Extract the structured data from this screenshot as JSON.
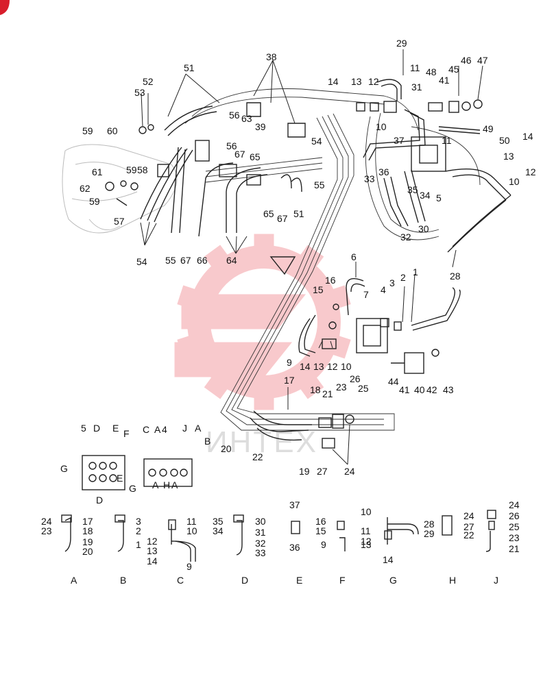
{
  "watermark": {
    "text": "ИНТЕХ",
    "color": "#e8404a"
  },
  "corner_badge_color": "#d81e2c",
  "callouts": [
    {
      "id": "c29",
      "text": "29"
    },
    {
      "id": "c11a",
      "text": "11"
    },
    {
      "id": "c48",
      "text": "48"
    },
    {
      "id": "c45",
      "text": "45"
    },
    {
      "id": "c46",
      "text": "46"
    },
    {
      "id": "c47",
      "text": "47"
    },
    {
      "id": "c14a",
      "text": "14"
    },
    {
      "id": "c13a",
      "text": "13"
    },
    {
      "id": "c12a",
      "text": "12"
    },
    {
      "id": "c31",
      "text": "31"
    },
    {
      "id": "c41a",
      "text": "41"
    },
    {
      "id": "c10a",
      "text": "10"
    },
    {
      "id": "c49",
      "text": "49"
    },
    {
      "id": "c50",
      "text": "50"
    },
    {
      "id": "c14b",
      "text": "14"
    },
    {
      "id": "c37",
      "text": "37"
    },
    {
      "id": "c11b",
      "text": "11"
    },
    {
      "id": "c13b",
      "text": "13"
    },
    {
      "id": "c12b",
      "text": "12"
    },
    {
      "id": "c10b",
      "text": "10"
    },
    {
      "id": "c36",
      "text": "36"
    },
    {
      "id": "c33",
      "text": "33"
    },
    {
      "id": "c35",
      "text": "35"
    },
    {
      "id": "c34",
      "text": "34"
    },
    {
      "id": "c5a",
      "text": "5"
    },
    {
      "id": "c32",
      "text": "32"
    },
    {
      "id": "c30",
      "text": "30"
    },
    {
      "id": "c28",
      "text": "28"
    },
    {
      "id": "c38",
      "text": "38"
    },
    {
      "id": "c51a",
      "text": "51"
    },
    {
      "id": "c52",
      "text": "52"
    },
    {
      "id": "c53",
      "text": "53"
    },
    {
      "id": "c56a",
      "text": "56"
    },
    {
      "id": "c63",
      "text": "63"
    },
    {
      "id": "c39",
      "text": "39"
    },
    {
      "id": "c59a",
      "text": "59"
    },
    {
      "id": "c60",
      "text": "60"
    },
    {
      "id": "c56b",
      "text": "56"
    },
    {
      "id": "c67a",
      "text": "67"
    },
    {
      "id": "c65a",
      "text": "65"
    },
    {
      "id": "c54a",
      "text": "54"
    },
    {
      "id": "c61",
      "text": "61"
    },
    {
      "id": "c59b",
      "text": "59"
    },
    {
      "id": "c58",
      "text": "58"
    },
    {
      "id": "c62",
      "text": "62"
    },
    {
      "id": "c59c",
      "text": "59"
    },
    {
      "id": "c57",
      "text": "57"
    },
    {
      "id": "c65b",
      "text": "65"
    },
    {
      "id": "c67b",
      "text": "67"
    },
    {
      "id": "c51b",
      "text": "51"
    },
    {
      "id": "c55a",
      "text": "55"
    },
    {
      "id": "c54b",
      "text": "54"
    },
    {
      "id": "c55b",
      "text": "55"
    },
    {
      "id": "c67c",
      "text": "67"
    },
    {
      "id": "c66",
      "text": "66"
    },
    {
      "id": "c64",
      "text": "64"
    },
    {
      "id": "c6",
      "text": "6"
    },
    {
      "id": "c16a",
      "text": "16"
    },
    {
      "id": "c15a",
      "text": "15"
    },
    {
      "id": "c7",
      "text": "7"
    },
    {
      "id": "c4a",
      "text": "4"
    },
    {
      "id": "c3a",
      "text": "3"
    },
    {
      "id": "c2a",
      "text": "2"
    },
    {
      "id": "c1a",
      "text": "1"
    },
    {
      "id": "c9a",
      "text": "9"
    },
    {
      "id": "c14c",
      "text": "14"
    },
    {
      "id": "c13c",
      "text": "13"
    },
    {
      "id": "c12c",
      "text": "12"
    },
    {
      "id": "c10c",
      "text": "10"
    },
    {
      "id": "c44",
      "text": "44"
    },
    {
      "id": "c41b",
      "text": "41"
    },
    {
      "id": "c40",
      "text": "40"
    },
    {
      "id": "c42",
      "text": "42"
    },
    {
      "id": "c43",
      "text": "43"
    },
    {
      "id": "c17a",
      "text": "17"
    },
    {
      "id": "c18a",
      "text": "18"
    },
    {
      "id": "c21a",
      "text": "21"
    },
    {
      "id": "c23a",
      "text": "23"
    },
    {
      "id": "c26a",
      "text": "26"
    },
    {
      "id": "c25a",
      "text": "25"
    },
    {
      "id": "c20a",
      "text": "20"
    },
    {
      "id": "c22a",
      "text": "22"
    },
    {
      "id": "c19a",
      "text": "19"
    },
    {
      "id": "c27a",
      "text": "27"
    },
    {
      "id": "c24a",
      "text": "24"
    }
  ],
  "valve_key": {
    "left_block": [
      "5",
      "D",
      "E",
      "F",
      "G",
      "D",
      "E",
      "G"
    ],
    "right_block": [
      "C",
      "A",
      "4",
      "J",
      "A",
      "B",
      "A",
      "H",
      "A"
    ]
  },
  "sections": [
    {
      "letter": "A",
      "labels": [
        "24",
        "23",
        "17",
        "18",
        "19",
        "20"
      ]
    },
    {
      "letter": "B",
      "labels": [
        "3",
        "2",
        "1"
      ]
    },
    {
      "letter": "C",
      "labels": [
        "11",
        "10",
        "12",
        "13",
        "14",
        "9"
      ]
    },
    {
      "letter": "D",
      "labels": [
        "35",
        "34",
        "30",
        "31",
        "32",
        "33"
      ]
    },
    {
      "letter": "E",
      "labels": [
        "37",
        "36"
      ]
    },
    {
      "letter": "F",
      "labels": [
        "16",
        "15",
        "9"
      ]
    },
    {
      "letter": "G",
      "labels": [
        "10",
        "11",
        "28",
        "29",
        "12",
        "13",
        "14"
      ]
    },
    {
      "letter": "H",
      "labels": [
        "24",
        "27",
        "22"
      ]
    },
    {
      "letter": "J",
      "labels": [
        "24",
        "26",
        "25",
        "23",
        "21"
      ]
    }
  ]
}
